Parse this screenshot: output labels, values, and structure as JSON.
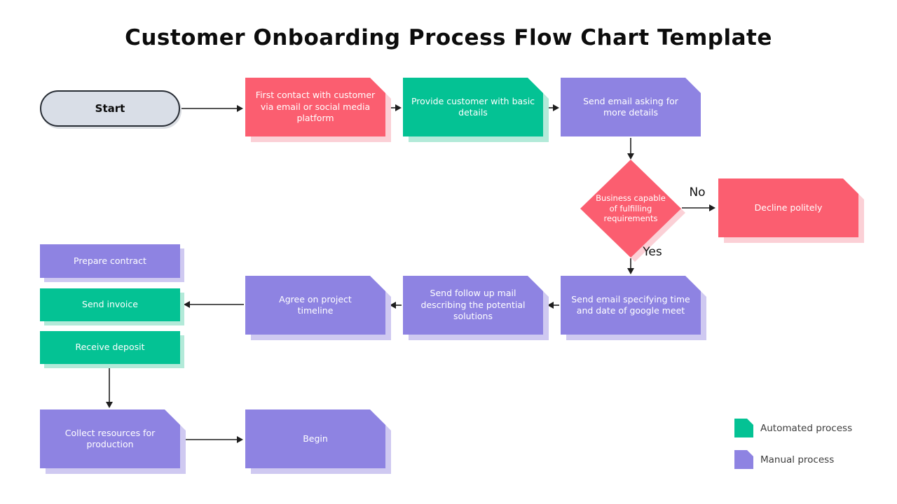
{
  "title": "Customer Onboarding Process Flow Chart Template",
  "colors": {
    "red": "#fb5e70",
    "red-shadow": "#fbd0d6",
    "green": "#04c294",
    "green-shadow": "#b3ead9",
    "purple": "#8e83e2",
    "purple-shadow": "#cfc9f1",
    "start-fill": "#d9dee7",
    "start-border": "#262b33",
    "arrow": "#1e1e1e",
    "title-color": "#0c0c0c",
    "legend-text": "#3d3d3d"
  },
  "nodes": {
    "start": {
      "label": "Start"
    },
    "first_contact": {
      "label": "First contact with customer via email or social media platform"
    },
    "provide_details": {
      "label": "Provide customer with basic details"
    },
    "send_email_more": {
      "label": "Send email asking for more details"
    },
    "decision": {
      "label": "Business capable of fulfilling requirements"
    },
    "decline": {
      "label": "Decline politely"
    },
    "send_email_meet": {
      "label": "Send email specifying time and date of google meet"
    },
    "follow_up": {
      "label": "Send follow up mail describing the potential solutions"
    },
    "agree_timeline": {
      "label": "Agree on project timeline"
    },
    "prepare_contract": {
      "label": "Prepare contract"
    },
    "send_invoice": {
      "label": "Send invoice"
    },
    "receive_deposit": {
      "label": "Receive deposit"
    },
    "collect_resources": {
      "label": "Collect resources for production"
    },
    "begin": {
      "label": "Begin"
    }
  },
  "edge_labels": {
    "no": "No",
    "yes": "Yes"
  },
  "legend": {
    "automated": "Automated process",
    "manual": "Manual process"
  }
}
